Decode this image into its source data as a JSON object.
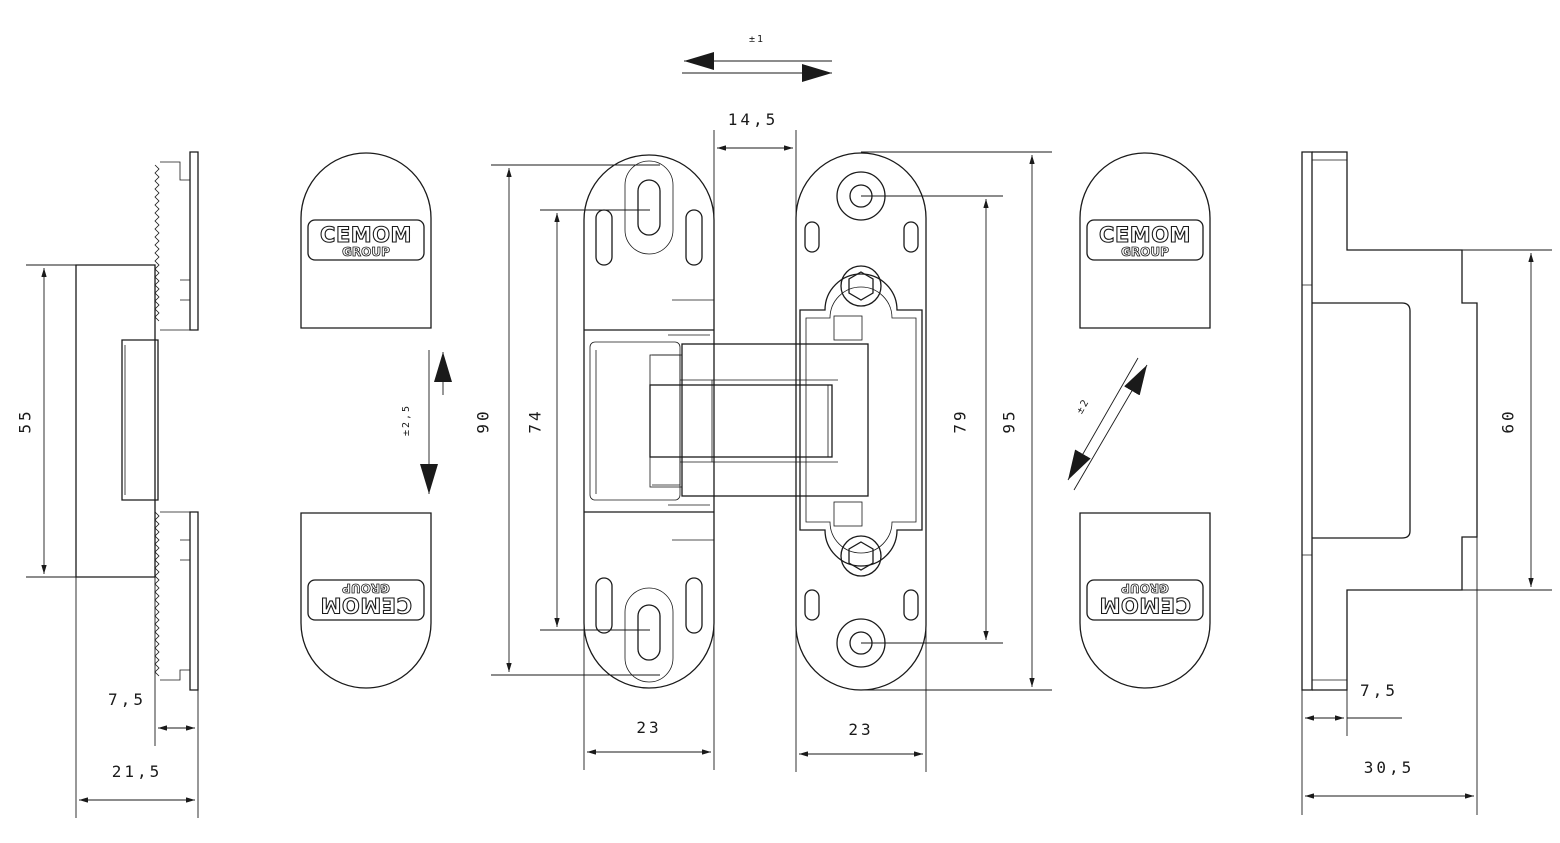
{
  "brand": {
    "name": "CEMOM",
    "sub": "GROUP"
  },
  "dimensions": {
    "left_height": "55",
    "left_depth_small": "7,5",
    "left_depth_total": "21,5",
    "adjust_vertical": "±2,5",
    "leaf_outer_height": "90",
    "leaf_hole_spacing": "74",
    "gap": "14,5",
    "adjust_lateral": "±1",
    "left_leaf_width": "23",
    "right_leaf_width": "23",
    "right_hole_spacing": "79",
    "right_outer_height": "95",
    "adjust_depth": "±2",
    "right_height": "60",
    "right_depth_small": "7,5",
    "right_depth_total": "30,5"
  }
}
